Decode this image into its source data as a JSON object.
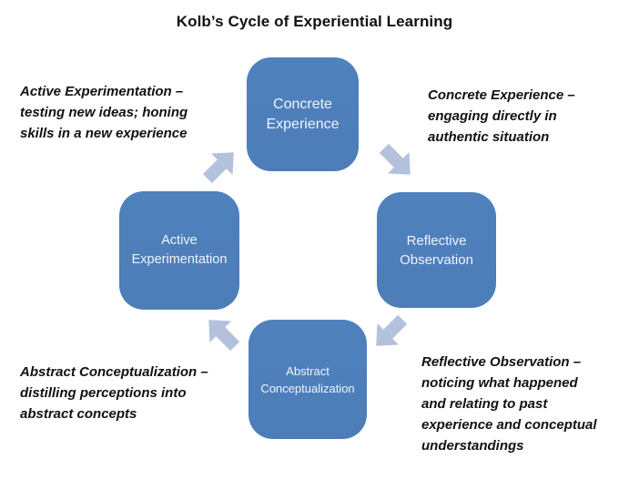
{
  "title": "Kolb’s Cycle of Experiential Learning",
  "colors": {
    "background": "#FFFFFF",
    "stage_fill": "#4F81BD",
    "stage_text": "#EFF4FA",
    "arrow_fill": "#B3C1DD",
    "text": "#111111"
  },
  "cycle": {
    "stages": [
      {
        "label": "Concrete Experience",
        "position": "top"
      },
      {
        "label": "Reflective Observation",
        "position": "right"
      },
      {
        "label": "Abstract Conceptualization",
        "position": "bottom"
      },
      {
        "label": "Active Experimentation",
        "position": "left"
      }
    ],
    "arrows": [
      {
        "from": "Active Experimentation",
        "to": "Concrete Experience",
        "direction": "up-right",
        "position": "top-left"
      },
      {
        "from": "Concrete Experience",
        "to": "Reflective Observation",
        "direction": "down-right",
        "position": "top-right"
      },
      {
        "from": "Reflective Observation",
        "to": "Abstract Conceptualization",
        "direction": "down-left",
        "position": "bottom-right"
      },
      {
        "from": "Abstract Conceptualization",
        "to": "Active Experimentation",
        "direction": "up-left",
        "position": "bottom-left"
      }
    ]
  },
  "annotations": [
    {
      "position": "top-left",
      "lines": [
        "Active Experimentation –",
        "testing new ideas; honing",
        "skills in a new experience"
      ]
    },
    {
      "position": "top-right",
      "lines": [
        "Concrete Experience –",
        "engaging directly in",
        "authentic situation"
      ]
    },
    {
      "position": "bottom-left",
      "lines": [
        "Abstract Conceptualization –",
        "distilling perceptions into",
        "abstract concepts"
      ]
    },
    {
      "position": "bottom-right",
      "lines": [
        "Reflective Observation –",
        "noticing what happened",
        "and relating to past",
        "experience and conceptual",
        "understandings"
      ]
    }
  ]
}
